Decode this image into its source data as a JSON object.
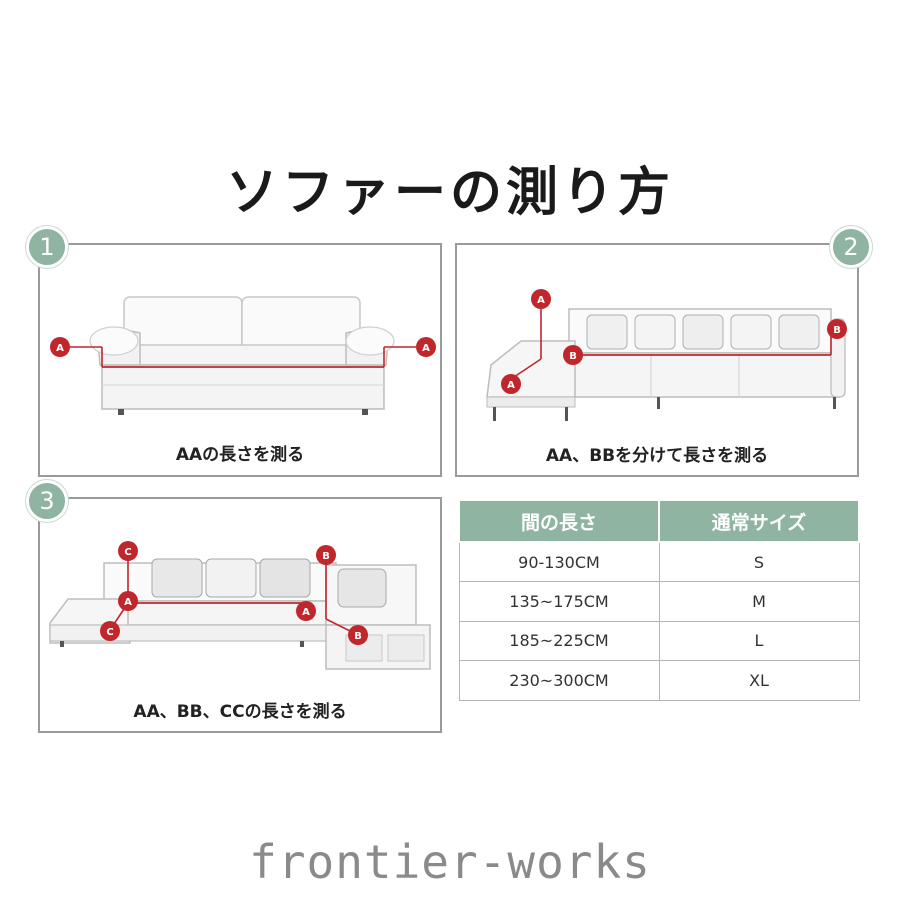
{
  "title": "ソファーの測り方",
  "panels": [
    {
      "number": "1",
      "caption": "AAの長さを測る"
    },
    {
      "number": "2",
      "caption": "AA、BBを分けて長さを測る"
    },
    {
      "number": "3",
      "caption": "AA、BB、CCの長さを測る"
    }
  ],
  "markers": {
    "a": "A",
    "b": "B",
    "c": "C"
  },
  "size_table": {
    "headers": [
      "間の長さ",
      "通常サイズ"
    ],
    "rows": [
      [
        "90-130CM",
        "S"
      ],
      [
        "135~175CM",
        "M"
      ],
      [
        "185~225CM",
        "L"
      ],
      [
        "230~300CM",
        "XL"
      ]
    ]
  },
  "watermark": "frontier-works",
  "colors": {
    "accent": "#8fb4a2",
    "marker": "#c0272d",
    "border": "#9a9a9a"
  }
}
